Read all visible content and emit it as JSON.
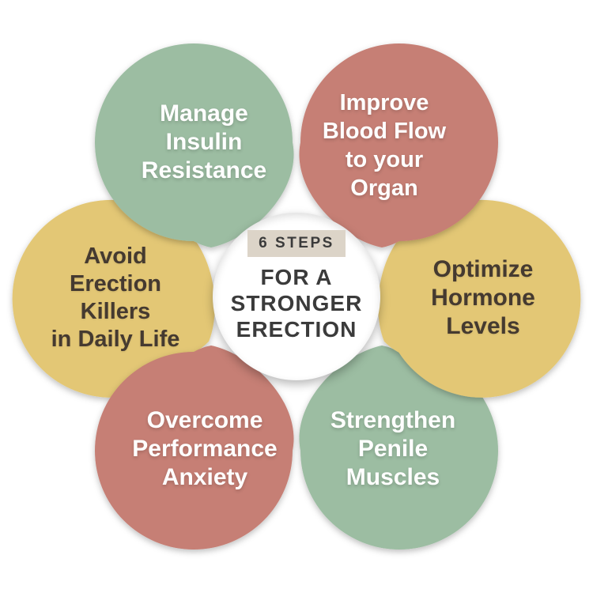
{
  "center": {
    "badge": "6 STEPS",
    "title_lines": [
      "FOR A",
      "STRONGER",
      "ERECTION"
    ]
  },
  "petals": [
    {
      "id": "manage-insulin-resistance",
      "position": "top-left",
      "lines": [
        "Manage",
        "Insulin",
        "Resistance"
      ],
      "color_name": "green"
    },
    {
      "id": "improve-blood-flow",
      "position": "top-right",
      "lines": [
        "Improve",
        "Blood Flow",
        "to your",
        "Organ"
      ],
      "color_name": "red"
    },
    {
      "id": "optimize-hormone-levels",
      "position": "right",
      "lines": [
        "Optimize",
        "Hormone",
        "Levels"
      ],
      "color_name": "yellow"
    },
    {
      "id": "strengthen-penile-muscles",
      "position": "bottom-right",
      "lines": [
        "Strengthen",
        "Penile",
        "Muscles"
      ],
      "color_name": "green"
    },
    {
      "id": "overcome-performance-anxiety",
      "position": "bottom-left",
      "lines": [
        "Overcome",
        "Performance",
        "Anxiety"
      ],
      "color_name": "red"
    },
    {
      "id": "avoid-erection-killers",
      "position": "left",
      "lines": [
        "Avoid",
        "Erection",
        "Killers",
        "in Daily Life"
      ],
      "color_name": "yellow"
    }
  ],
  "colors": {
    "bg": "#FFFFFF",
    "green": "#9CBDA2",
    "red": "#C67F74",
    "yellow": "#E3C775",
    "badge_bg": "#DCD4C8",
    "title_text": "#3B3B3B",
    "petal_text_light": "#FFFFFF",
    "petal_text_dark": "#453A30"
  }
}
